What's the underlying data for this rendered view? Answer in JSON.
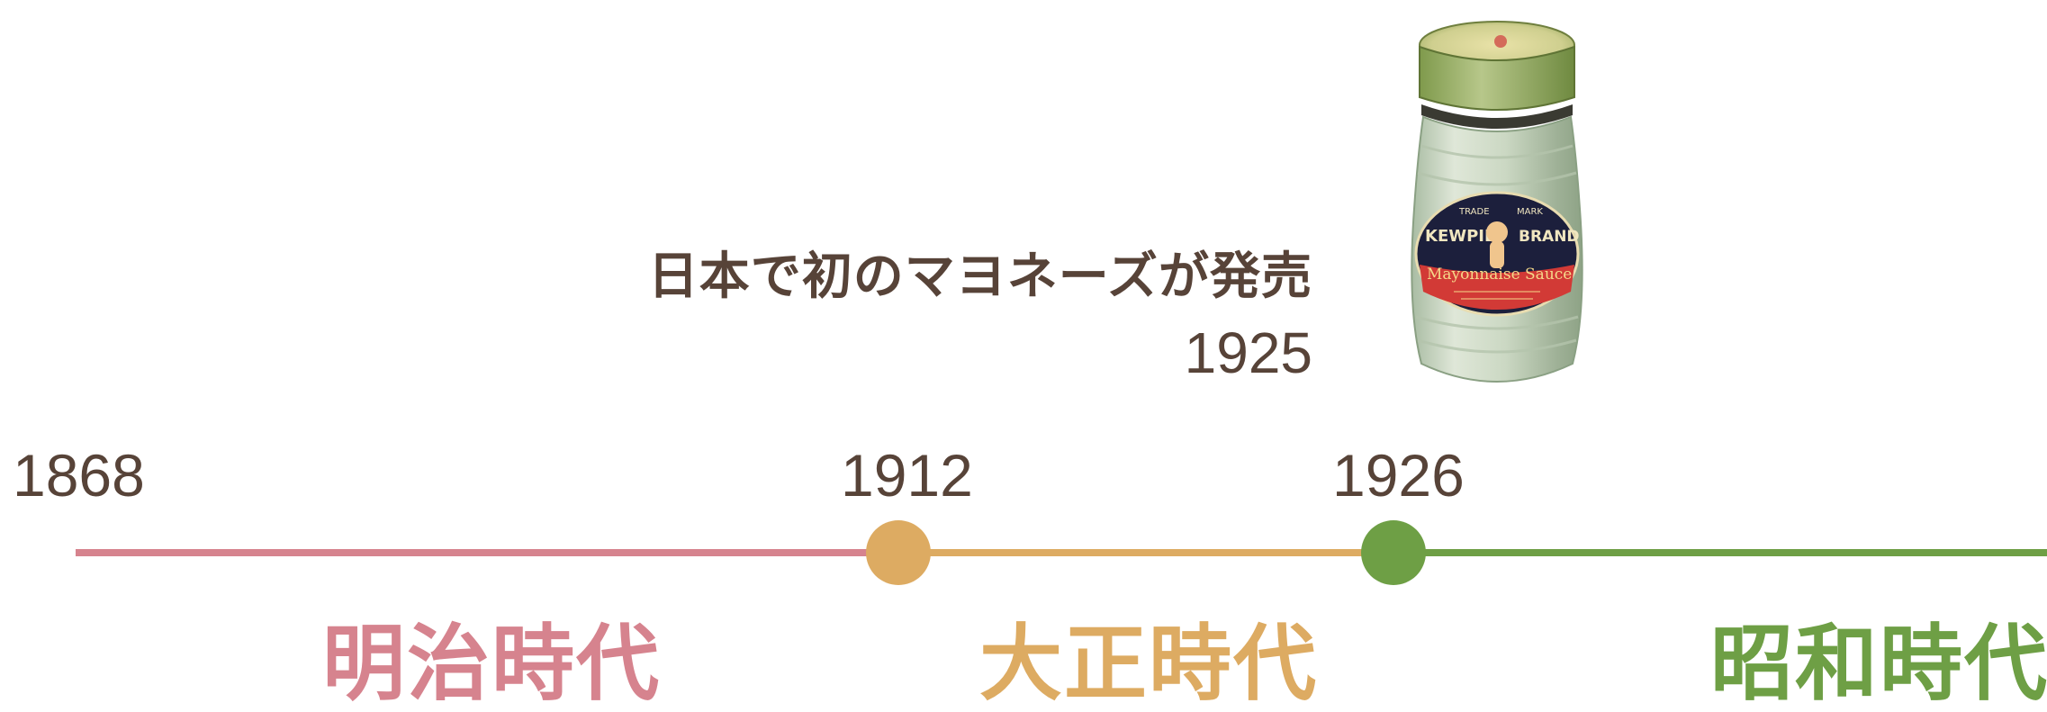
{
  "timeline": {
    "years": {
      "start": "1868",
      "taisho_start": "1912",
      "showa_start": "1926"
    },
    "eras": {
      "meiji": "明治時代",
      "taisho": "大正時代",
      "showa": "昭和時代"
    },
    "event": {
      "description": "日本で初のマヨネーズが発売",
      "year": "1925",
      "image": "mayonnaise-jar",
      "jar_label": {
        "line1": "TRADE",
        "line1b": "MARK",
        "brand_left": "KEWPIE",
        "brand_right": "BRAND",
        "product": "Mayonnaise Sauce"
      }
    }
  },
  "colors": {
    "meiji": "#d6838e",
    "taisho": "#ddab62",
    "showa": "#6e9f45",
    "text": "#574338"
  }
}
